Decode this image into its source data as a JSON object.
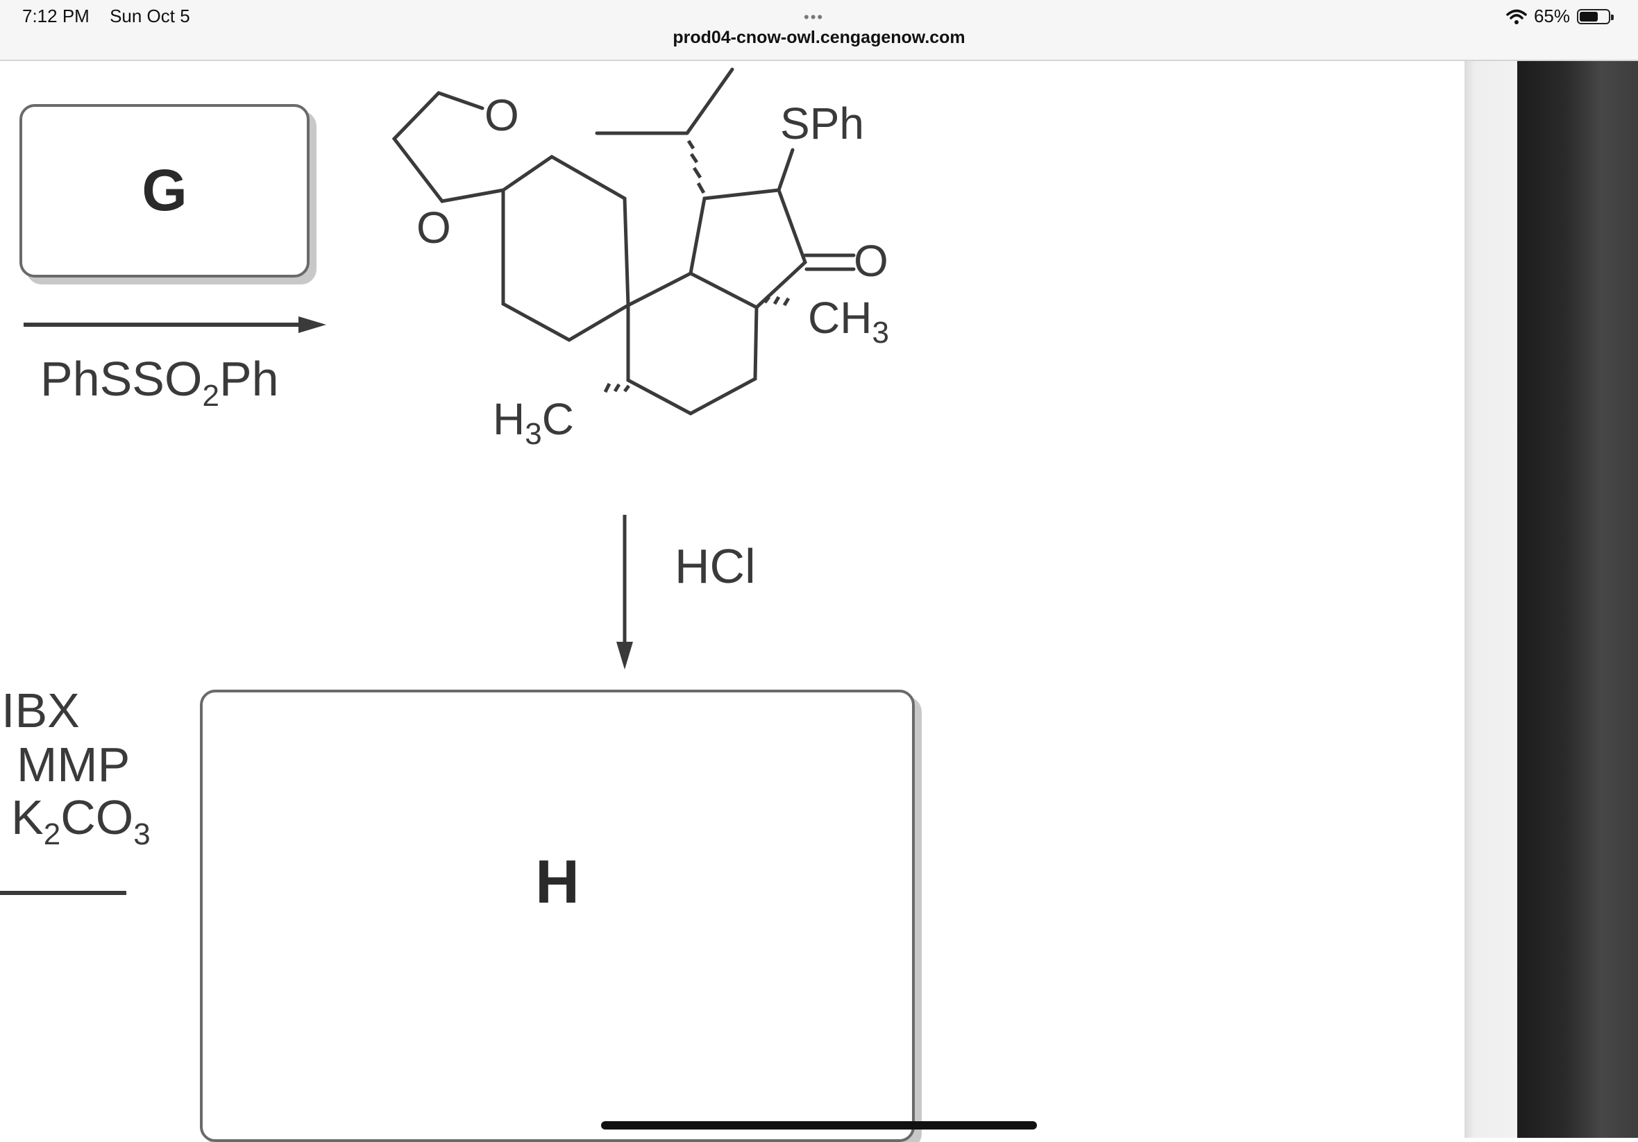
{
  "status_bar": {
    "time": "7:12 PM",
    "date": "Sun Oct 5",
    "battery": "65%",
    "battery_level": 0.65
  },
  "browser": {
    "url": "prod04-cnow-owl.cengagenow.com",
    "menu_dots": "•••"
  },
  "scheme": {
    "box_g": "G",
    "box_h": "H",
    "reagent_top": [
      "PhSSO",
      "2",
      "Ph"
    ],
    "reagent_down": "HCl",
    "reagents_left": {
      "line1": "IBX",
      "line2": "MMP",
      "line3": [
        "K",
        "2",
        "CO",
        "3"
      ]
    },
    "molecule_labels": {
      "sph": "SPh",
      "oxygen": "O",
      "ch3": [
        "CH",
        "3"
      ],
      "h3c": [
        "H",
        "3",
        "C"
      ]
    }
  }
}
